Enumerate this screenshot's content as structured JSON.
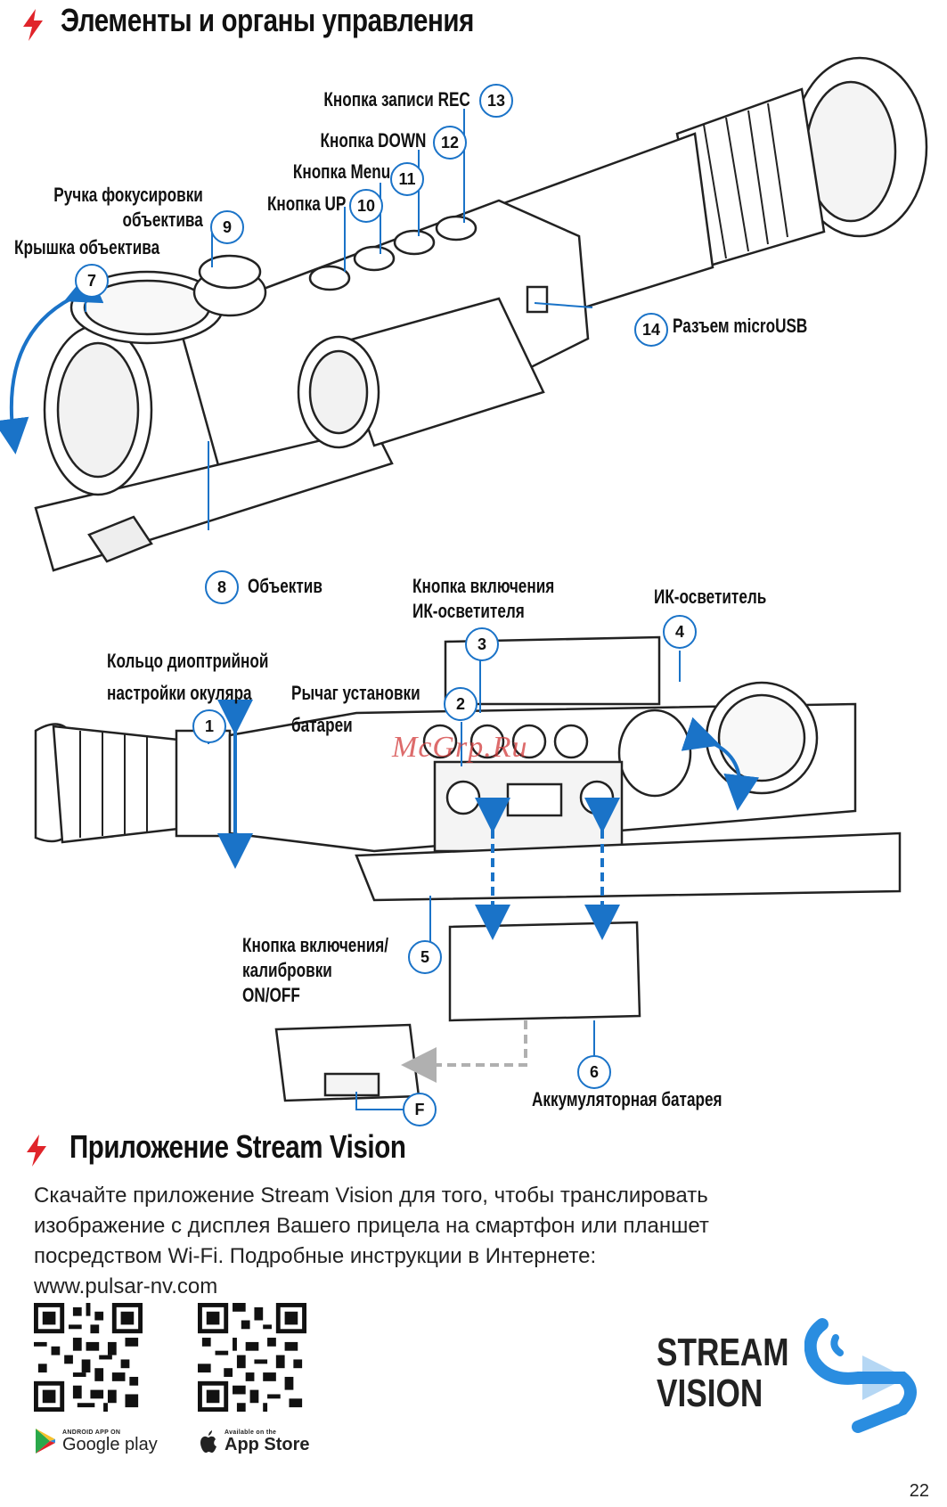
{
  "section1": {
    "title": "Элементы и органы управления"
  },
  "callouts": {
    "c13": {
      "num": "13",
      "label": "Кнопка записи REC"
    },
    "c12": {
      "num": "12",
      "label": "Кнопка DOWN"
    },
    "c11": {
      "num": "11",
      "label": "Кнопка Menu"
    },
    "c10": {
      "num": "10",
      "label": "Кнопка UP"
    },
    "c9": {
      "num": "9",
      "label_line1": "Ручка фокусировки",
      "label_line2": "объектива"
    },
    "c7": {
      "num": "7",
      "label": "Крышка объектива"
    },
    "c14": {
      "num": "14",
      "label": "Разъем microUSB"
    },
    "c8": {
      "num": "8",
      "label": "Объектив"
    },
    "c3": {
      "num": "3",
      "label_line1": "Кнопка включения",
      "label_line2": "ИК-осветителя"
    },
    "c4": {
      "num": "4",
      "label": "ИК-осветитель"
    },
    "c1": {
      "num": "1",
      "label_line1": "Кольцо диоптрийной",
      "label_line2": "настройки окуляра"
    },
    "c2": {
      "num": "2",
      "label_line1": "Рычаг установки",
      "label_line2": "батареи"
    },
    "c5": {
      "num": "5",
      "label_line1": "Кнопка включения/",
      "label_line2": "калибровки",
      "label_line3": "ON/OFF"
    },
    "c6": {
      "num": "6",
      "label": "Аккумуляторная батарея"
    },
    "cF": {
      "num": "F"
    }
  },
  "watermark": "McGrp.Ru",
  "section2": {
    "title": "Приложение Stream Vision",
    "line1": "Скачайте приложение Stream Vision для того, чтобы транслировать",
    "line2": "изображение с дисплея Вашего прицела на смартфон или планшет",
    "line3": "посредством Wi-Fi. Подробные инструкции в Интернете:",
    "line4": "www.pulsar-nv.com"
  },
  "stores": {
    "google_small": "ANDROID APP ON",
    "google_big": "Google play",
    "apple_small": "Available on the",
    "apple_big": "App Store"
  },
  "logo": {
    "line1": "STREAM",
    "line2": "VISION"
  },
  "page_number": "22",
  "colors": {
    "accent_red": "#e0242a",
    "callout_blue": "#1a73c8",
    "dashed_gray": "#b0b0b0"
  }
}
